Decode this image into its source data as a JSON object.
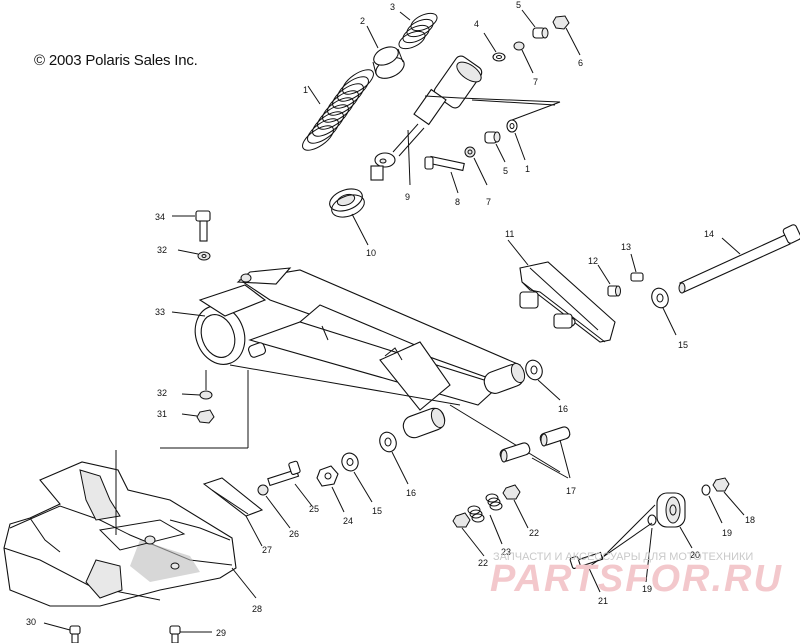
{
  "copyright": "© 2003 Polaris Sales Inc.",
  "watermark": {
    "tagline": "ЗАПЧАСТИ И АКСЕССУАРЫ ДЛЯ МОТОТЕХНИКИ",
    "brand": "PARTSFOR.RU"
  },
  "callouts": [
    "1",
    "2",
    "3",
    "4",
    "5",
    "7",
    "6",
    "1",
    "5",
    "7",
    "9",
    "8",
    "10",
    "34",
    "32",
    "33",
    "11",
    "12",
    "13",
    "14",
    "15",
    "16",
    "32",
    "31",
    "16",
    "17",
    "25",
    "24",
    "15",
    "26",
    "27",
    "28",
    "22",
    "23",
    "22",
    "20",
    "19",
    "18",
    "19",
    "21",
    "30",
    "29"
  ]
}
